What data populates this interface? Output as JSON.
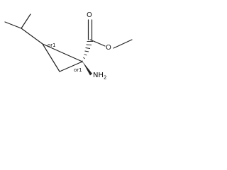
{
  "molecule": {
    "atoms": {
      "oxygen_carbonyl": "O",
      "oxygen_ester": "O",
      "amino": "NH",
      "amino_subscript": "2"
    },
    "stereo": {
      "upper_center": "or1",
      "lower_center": "or1"
    }
  }
}
